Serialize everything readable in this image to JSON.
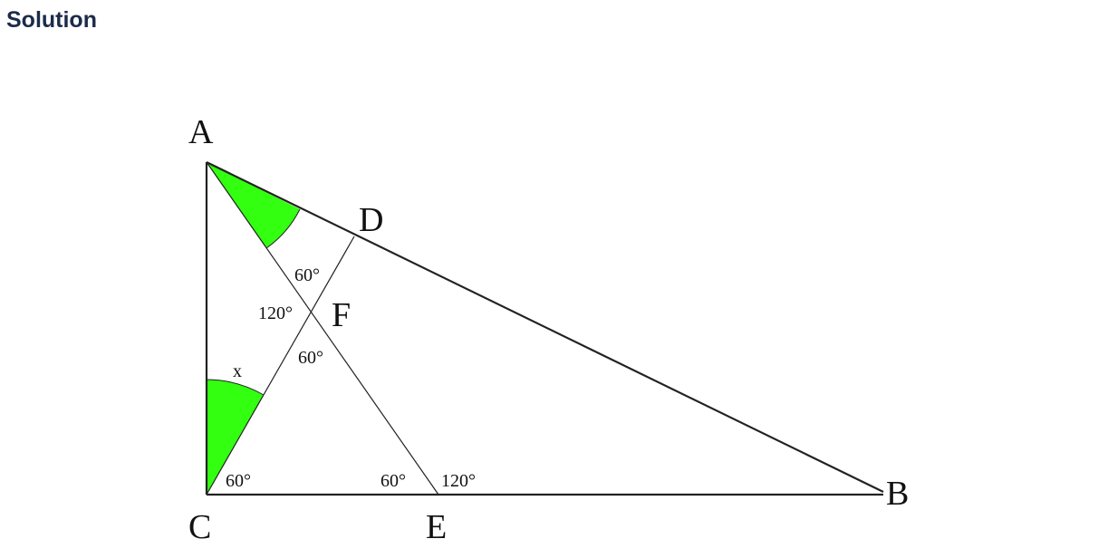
{
  "heading": "Solution",
  "diagram": {
    "points": {
      "A": "A",
      "B": "B",
      "C": "C",
      "D": "D",
      "E": "E",
      "F": "F"
    },
    "angles": {
      "dfa_top": "60°",
      "afc_left": "120°",
      "cfe_bottom": "60°",
      "c_angle": "60°",
      "e_inner": "60°",
      "e_outer": "120°",
      "x": "x"
    },
    "highlight_color": "#33ff11"
  }
}
